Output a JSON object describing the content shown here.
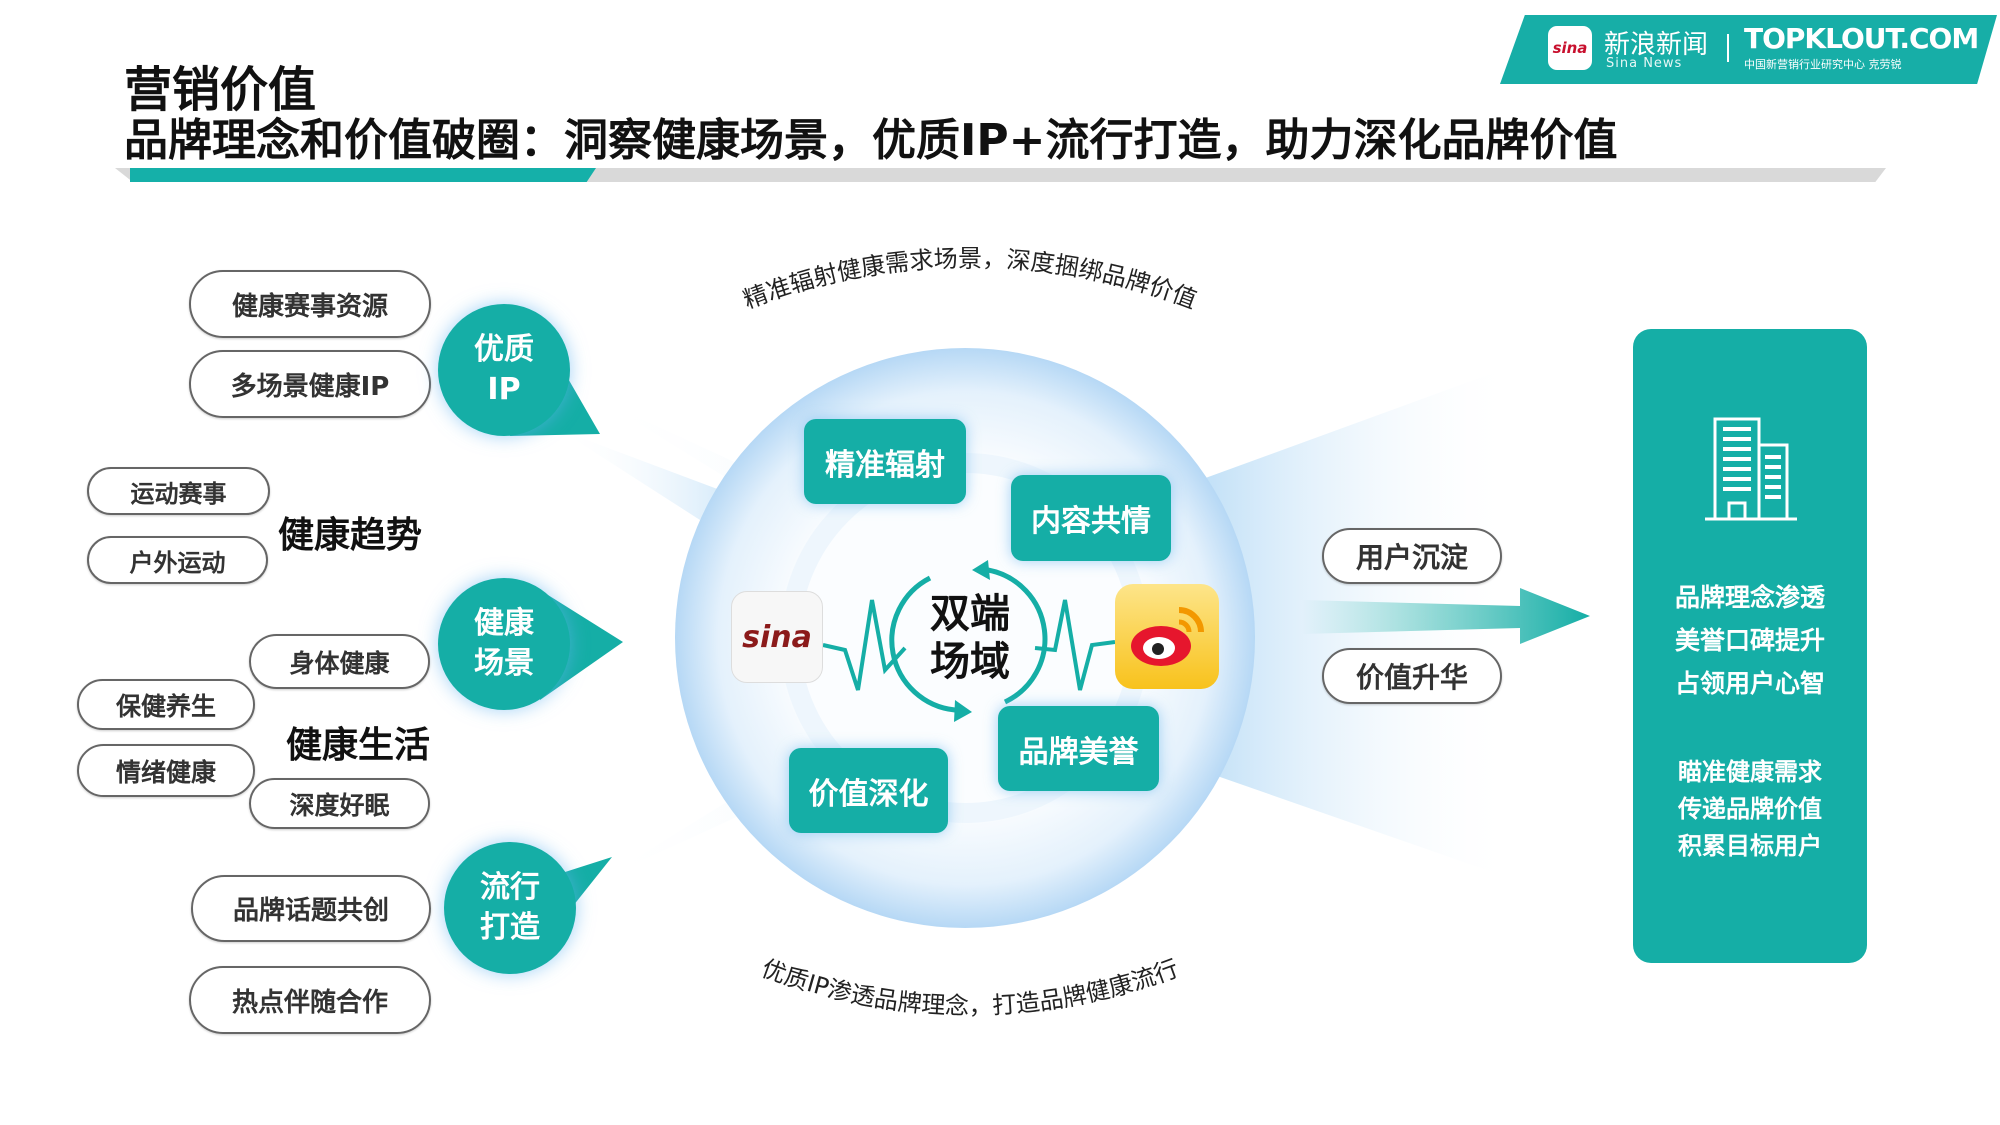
{
  "header": {
    "title": "营销价值",
    "subtitle": "品牌理念和价值破圈：洞察健康场景，优质IP+流行打造，助力深化品牌价值"
  },
  "logo": {
    "sina_cn": "新浪新闻",
    "sina_en": "Sina News",
    "sina_icon": "sina",
    "brand": "TOPKLOUT.COM",
    "brand_sub": "中国新营销行业研究中心 克劳锐"
  },
  "colors": {
    "teal": "#15aea6",
    "light_blue": "#cfe6f8",
    "gray_bar": "#d9d9d9"
  },
  "left": {
    "ip": {
      "label": "优质IP",
      "line1": "优质",
      "line2": "IP",
      "items": [
        "健康赛事资源",
        "多场景健康IP"
      ]
    },
    "trend": {
      "label": "健康趋势",
      "items": [
        "运动赛事",
        "户外运动"
      ]
    },
    "scene": {
      "line1": "健康",
      "line2": "场景"
    },
    "life": {
      "label": "健康生活",
      "items": [
        "身体健康",
        "保健养生",
        "情绪健康",
        "深度好眠"
      ]
    },
    "pop": {
      "line1": "流行",
      "line2": "打造",
      "items": [
        "品牌话题共创",
        "热点伴随合作"
      ]
    }
  },
  "center": {
    "top_arc": "精准辐射健康需求场景，深度捆绑品牌价值",
    "bottom_arc": "优质IP渗透品牌理念，打造品牌健康流行",
    "core_line1": "双端",
    "core_line2": "场域",
    "boxes": [
      "精准辐射",
      "内容共情",
      "品牌美誉",
      "价值深化"
    ],
    "left_logo": "sina",
    "right_logo": "weibo"
  },
  "right": {
    "pills": [
      "用户沉淀",
      "价值升华"
    ],
    "panel_group1": [
      "品牌理念渗透",
      "美誉口碑提升",
      "占领用户心智"
    ],
    "panel_group2": [
      "瞄准健康需求",
      "传递品牌价值",
      "积累目标用户"
    ]
  }
}
